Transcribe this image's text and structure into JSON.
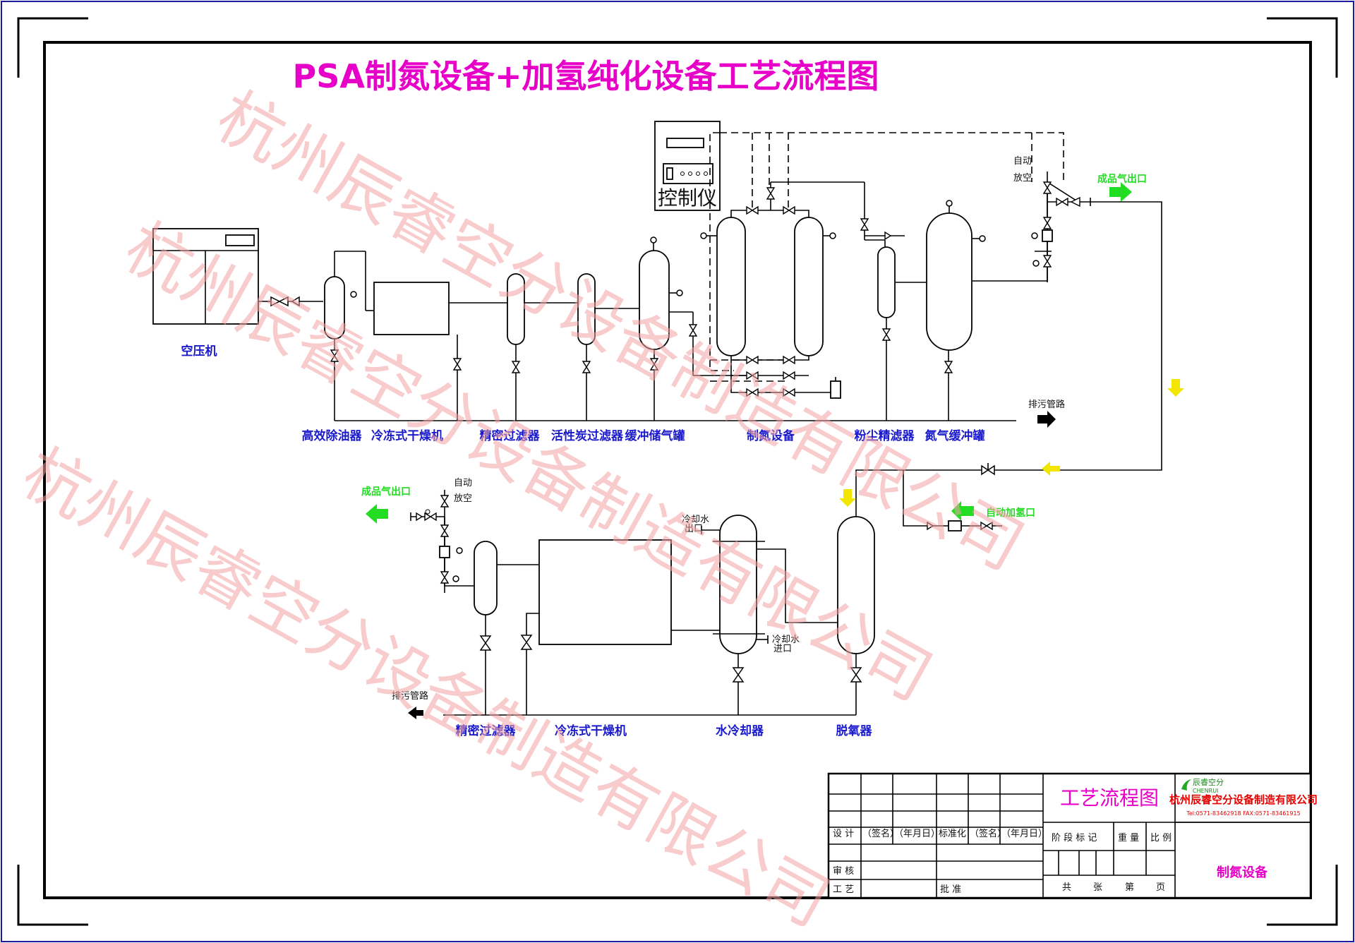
{
  "title": "PSA制氮设备+加氢纯化设备工艺流程图",
  "colors": {
    "title": "#e600c8",
    "label": "#1a1acc",
    "arrow_green": "#22dd22",
    "arrow_yellow": "#f2e600",
    "watermark": "#f4a3a3",
    "frame_outer": "#1b1b9e"
  },
  "watermark": "杭州辰睿空分设备制造有限公司",
  "control": {
    "label": "控制仪"
  },
  "upper_equipment": [
    "空压机",
    "高效除油器",
    "冷冻式干燥机",
    "精密过滤器",
    "活性炭过滤器",
    "缓冲储气罐",
    "制氮设备",
    "粉尘精滤器",
    "氮气缓冲罐"
  ],
  "lower_equipment": [
    "精密过滤器",
    "冷冻式干燥机",
    "水冷却器",
    "脱氧器"
  ],
  "annotations": {
    "auto_vent_top": [
      "自动",
      "放空"
    ],
    "product_out_top": "成品气出口",
    "drain_top": "排污管路",
    "auto_vent_bottom": [
      "自动",
      "放空"
    ],
    "product_out_bottom": "成品气出口",
    "drain_bottom": "排污管路",
    "hydrogen_in": "自动加氢口",
    "cool_out": [
      "冷却水",
      "出口"
    ],
    "cool_in": [
      "冷却水",
      "进口"
    ]
  },
  "title_block": {
    "drawing_title": "工艺流程图",
    "company_logo": "辰睿空分",
    "company_logo_en": "CHENRUI",
    "company_name": "杭州辰睿空分设备制造有限公司",
    "contact": "Tel:0571-83462918  FAX:0571-83461915",
    "design": "设  计",
    "sign": "（签名）",
    "date": "（年月日）",
    "standard": "标准化",
    "review": "审  核",
    "process": "工  艺",
    "approve": "批  准",
    "stage_mark": "阶 段 标 记",
    "weight": "重  量",
    "scale": "比  例",
    "total": "共",
    "sheet": "张",
    "page_of": "第",
    "page": "页",
    "product": "制氮设备"
  }
}
